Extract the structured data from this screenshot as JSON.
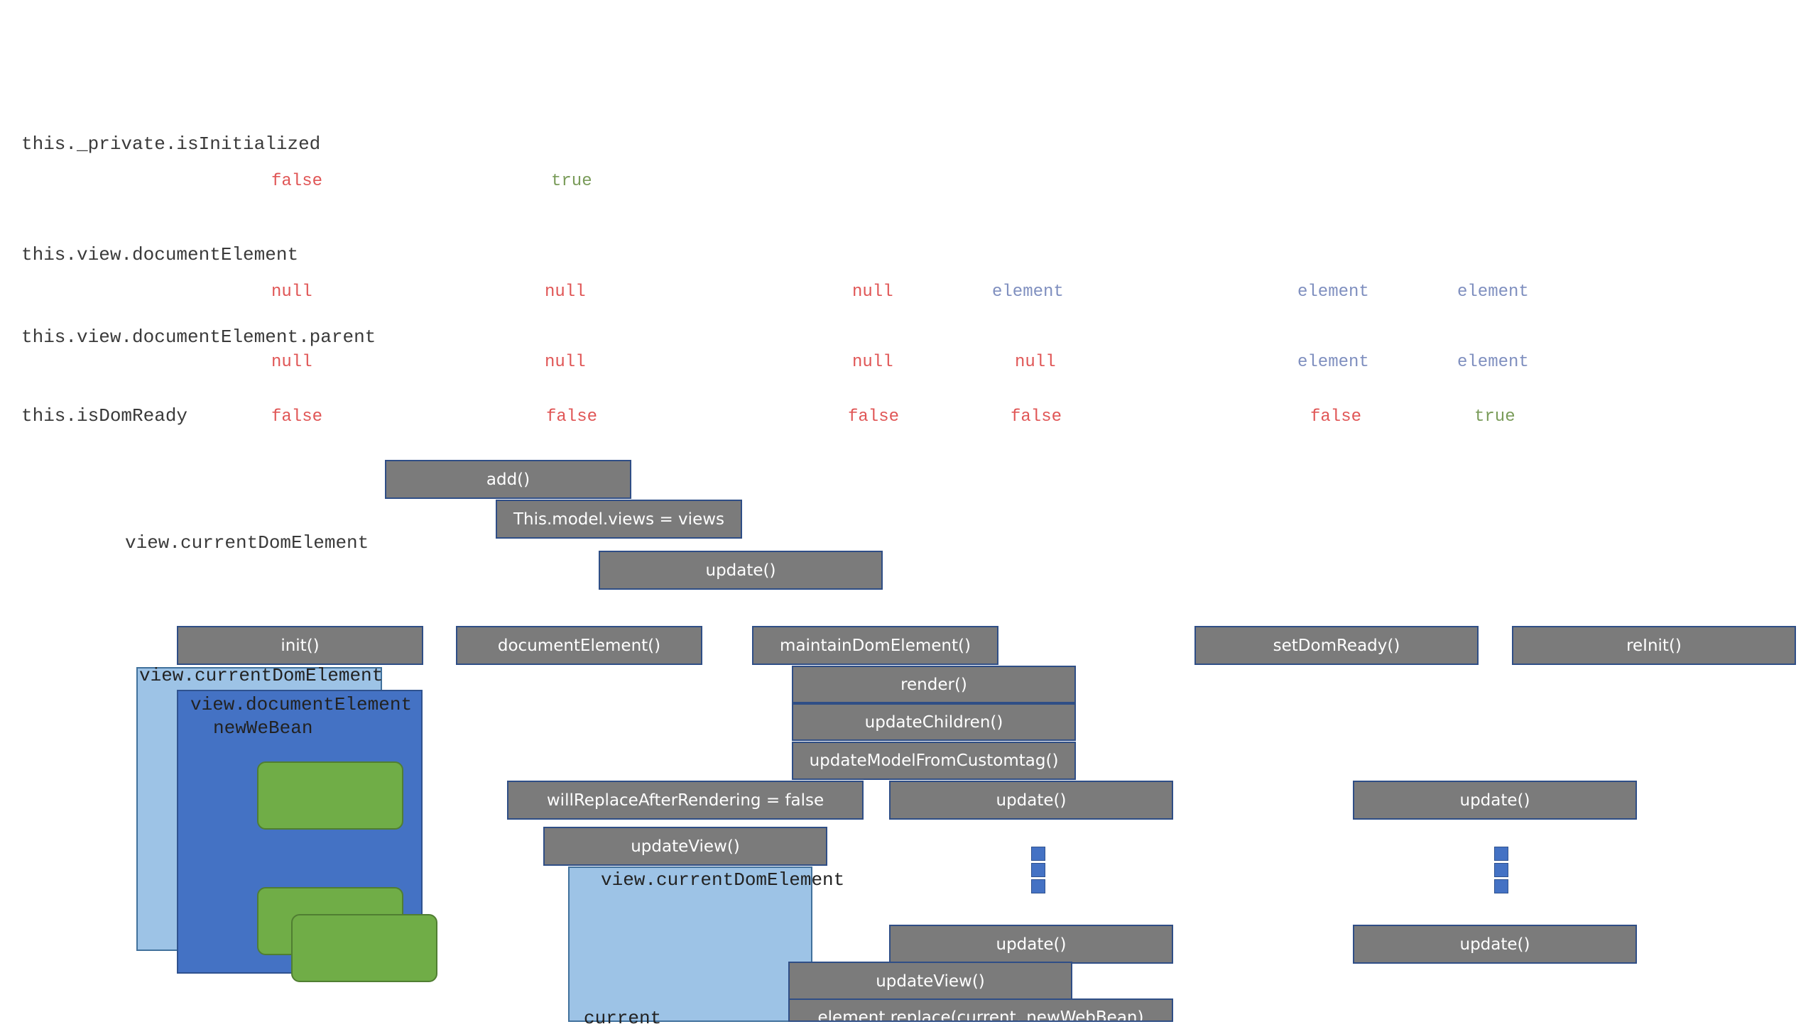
{
  "state_labels": {
    "is_initialized": "this._private.isInitialized",
    "document_element": "this.view.documentElement",
    "document_element_parent": "this.view.documentElement.parent",
    "is_dom_ready": "this.isDomReady"
  },
  "values": {
    "is_initialized": [
      "false",
      "true"
    ],
    "document_element": [
      "null",
      "null",
      "null",
      "element",
      "element",
      "element"
    ],
    "document_element_parent": [
      "null",
      "null",
      "null",
      "null",
      "element",
      "element"
    ],
    "is_dom_ready": [
      "false",
      "false",
      "false",
      "false",
      "false",
      "true"
    ]
  },
  "value_colors": {
    "false": "#e05656",
    "null": "#e05656",
    "true": "#7a9c5a",
    "element": "#7f8fbf"
  },
  "annotations": {
    "current_dom_element": "view.currentDomElement",
    "panel_current_dom_element": "view.currentDomElement",
    "panel_document_element": "view.documentElement",
    "panel_new_we_bean": "newWeBean",
    "panel2_current_dom_element": "view.currentDomElement",
    "panel2_current": "current"
  },
  "steps": {
    "add": "add()",
    "model_views": "This.model.views = views",
    "update_top": "update()",
    "init": "init()",
    "document_element": "documentElement()",
    "maintain_dom_element": "maintainDomElement()",
    "set_dom_ready": "setDomReady()",
    "reinit": "reInit()",
    "render": "render()",
    "update_children": "updateChildren()",
    "update_model_from_customtag": "updateModelFromCustomtag()",
    "will_replace": "willReplaceAfterRendering = false",
    "update_mid_a": "update()",
    "update_mid_b": "update()",
    "update_view_a": "updateView()",
    "update_low_a": "update()",
    "update_low_b": "update()",
    "update_view_b": "updateView()",
    "element_replace": "element.replace(current, newWebBean)"
  }
}
